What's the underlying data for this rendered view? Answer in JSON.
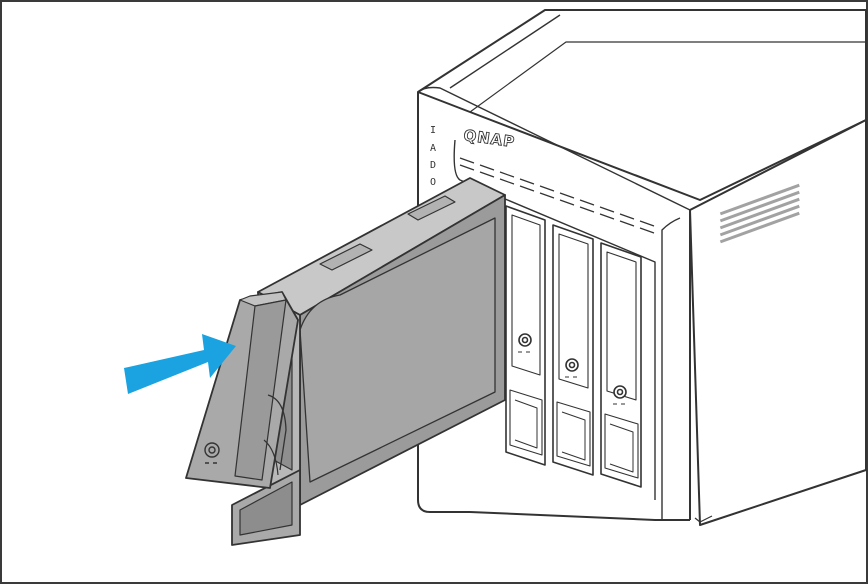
{
  "device": {
    "brand_label": "QNAP",
    "led_indicators": [
      "I",
      "A",
      "D",
      "O"
    ],
    "bay_count": 4,
    "installed_trays": 3
  },
  "arrow": {
    "direction": "right",
    "meaning": "insert",
    "color": "#1aa3e0"
  },
  "colors": {
    "outline": "#333333",
    "drive_gray": "#9b9b9b",
    "tray_gray": "#a9a9a9",
    "frame_border": "#3a3a3a"
  },
  "icons": [
    "lock-icon",
    "insert-arrow-icon"
  ]
}
